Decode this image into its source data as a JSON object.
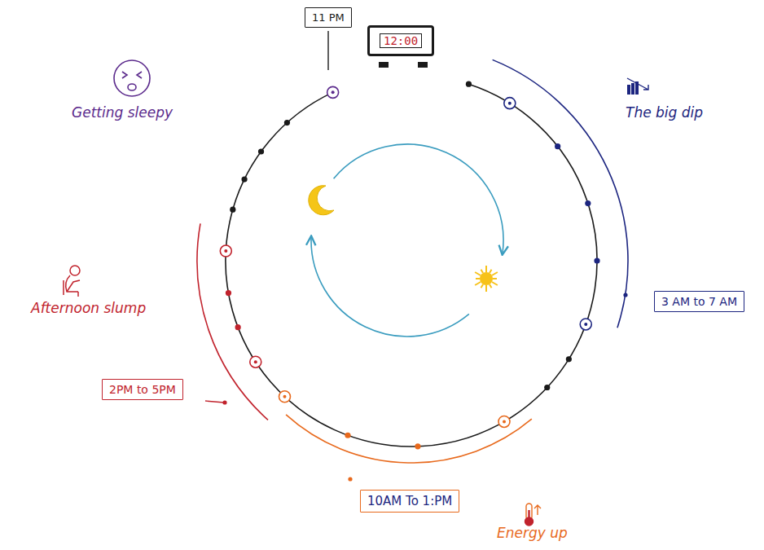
{
  "diagram": {
    "nodes": [
      {
        "text": [
          "11 PM"
        ]
      },
      {
        "text": [
          "12:00"
        ]
      },
      {
        "text": [
          "3 AM to 7 AM"
        ]
      },
      {
        "text": [
          "2PM to 5PM"
        ]
      },
      {
        "text": [
          "10AM To 1:PM"
        ]
      }
    ],
    "labels": [
      "Getting sleepy",
      "The big dip",
      "Afternoon slump",
      "Energy up"
    ]
  }
}
